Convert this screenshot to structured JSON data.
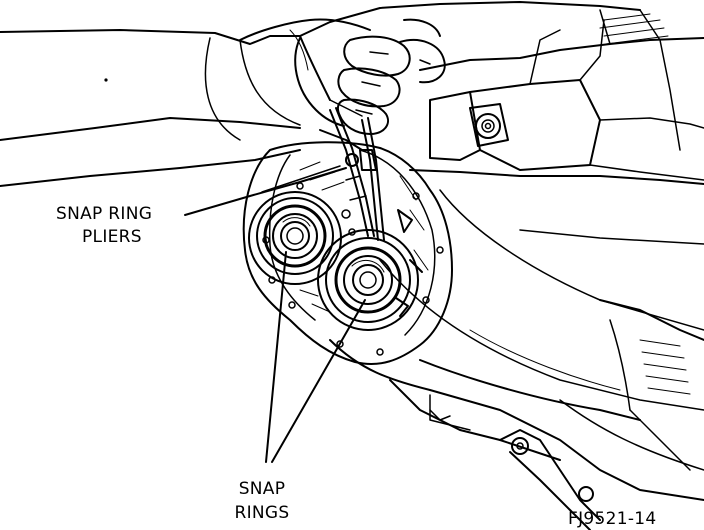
{
  "labels": {
    "snap_ring_pliers_line1": "SNAP RING",
    "snap_ring_pliers_line2": "PLIERS",
    "snap_rings_line1": "SNAP",
    "snap_rings_line2": "RINGS",
    "figure_id": "FJ9521-14"
  },
  "colors": {
    "ink": "#000000",
    "paper": "#ffffff"
  }
}
